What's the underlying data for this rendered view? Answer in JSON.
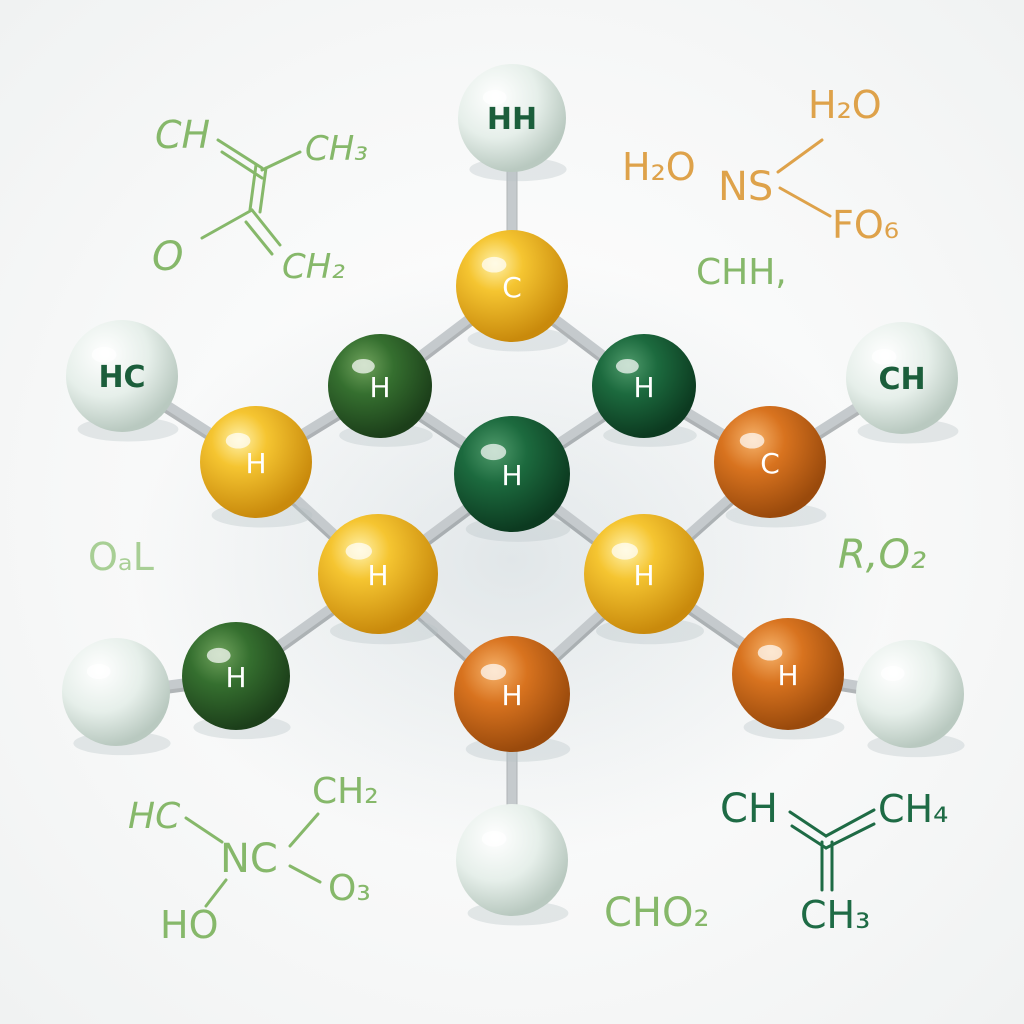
{
  "colors": {
    "light_green": "#86b86a",
    "pale_green": "#a8cf95",
    "dark_green": "#1e6b45",
    "orange_text": "#dea24a",
    "atom_white": "#e8f0ec",
    "atom_yellow": "#f0b624",
    "atom_green": "#2f6b2f",
    "atom_dark_green": "#175c36",
    "atom_orange": "#d9701e",
    "bond": "#9aa0a4",
    "atom_label_dark": "#1b5e3b",
    "atom_label_light": "#ffffff"
  },
  "molecule": {
    "atoms": [
      {
        "id": "top-hh",
        "label": "HH",
        "type": "white"
      },
      {
        "id": "top-c",
        "label": "C",
        "type": "yellow"
      },
      {
        "id": "hc-left",
        "label": "HC",
        "type": "white"
      },
      {
        "id": "ch-right",
        "label": "CH",
        "type": "white"
      },
      {
        "id": "h-green-tl",
        "label": "H",
        "type": "green"
      },
      {
        "id": "h-green-tr",
        "label": "H",
        "type": "dark_green"
      },
      {
        "id": "h-yellow-l",
        "label": "H",
        "type": "yellow"
      },
      {
        "id": "c-orange-r",
        "label": "C",
        "type": "orange"
      },
      {
        "id": "h-center",
        "label": "H",
        "type": "dark_green"
      },
      {
        "id": "h-yellow-cl",
        "label": "H",
        "type": "yellow"
      },
      {
        "id": "h-yellow-cr",
        "label": "H",
        "type": "yellow"
      },
      {
        "id": "h-green-bl",
        "label": "H",
        "type": "green"
      },
      {
        "id": "h-orange-b",
        "label": "H",
        "type": "orange"
      },
      {
        "id": "h-orange-br",
        "label": "H",
        "type": "orange"
      },
      {
        "id": "white-left",
        "label": "",
        "type": "white"
      },
      {
        "id": "white-right",
        "label": "",
        "type": "white"
      },
      {
        "id": "white-bottom",
        "label": "",
        "type": "white"
      }
    ],
    "bonds": [
      [
        "top-hh",
        "top-c"
      ],
      [
        "top-c",
        "h-green-tl"
      ],
      [
        "top-c",
        "h-green-tr"
      ],
      [
        "hc-left",
        "h-yellow-l"
      ],
      [
        "h-green-tl",
        "h-yellow-l"
      ],
      [
        "h-green-tl",
        "h-center"
      ],
      [
        "h-green-tr",
        "h-center"
      ],
      [
        "h-green-tr",
        "c-orange-r"
      ],
      [
        "c-orange-r",
        "ch-right"
      ],
      [
        "h-yellow-l",
        "h-yellow-cl"
      ],
      [
        "h-center",
        "h-yellow-cl"
      ],
      [
        "h-center",
        "h-yellow-cr"
      ],
      [
        "c-orange-r",
        "h-yellow-cr"
      ],
      [
        "h-yellow-cl",
        "h-green-bl"
      ],
      [
        "h-green-bl",
        "white-left"
      ],
      [
        "h-yellow-cl",
        "h-orange-b"
      ],
      [
        "h-yellow-cr",
        "h-orange-b"
      ],
      [
        "h-yellow-cr",
        "h-orange-br"
      ],
      [
        "h-orange-br",
        "white-right"
      ],
      [
        "h-orange-b",
        "white-bottom"
      ]
    ]
  },
  "formulas": {
    "tl_ch": "CH",
    "tl_ch3": "CH₃",
    "tl_o": "O",
    "tl_ch2": "CH₂",
    "tr_h2o_a": "H₂O",
    "tr_h2o_b": "H₂O",
    "tr_ns": "NS",
    "tr_fo": "FO₆",
    "tr_chh": "CHH,",
    "ml_oal": "OₐL",
    "mr_r2o2": "R,O₂",
    "bl_hc": "HC",
    "bl_ch2": "CH₂",
    "bl_nc": "NC",
    "bl_o3": "O₃",
    "bl_ho": "HO",
    "bc_cho2": "CHO₂",
    "br_ch": "CH",
    "br_ch4": "CH₄",
    "br_ch3": "CH₃"
  }
}
